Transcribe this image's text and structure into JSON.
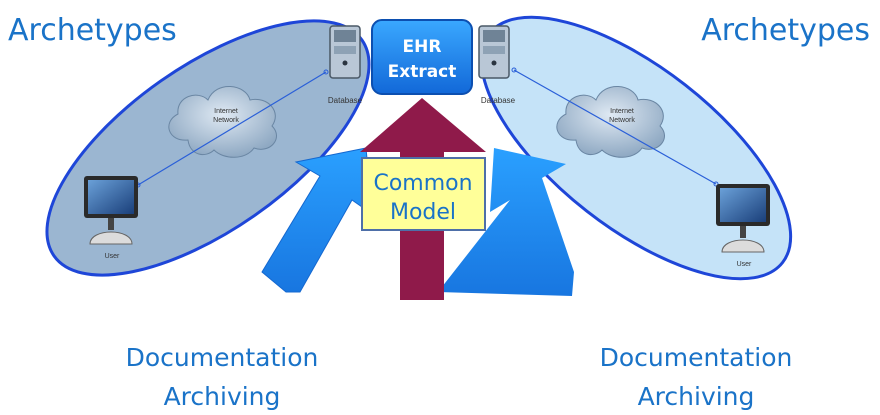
{
  "diagram": {
    "left_title": "Archetypes",
    "right_title": "Archetypes",
    "center_box": {
      "line1": "EHR",
      "line2": "Extract"
    },
    "common_model": {
      "line1": "Common",
      "line2": "Model"
    },
    "left_bottom": {
      "line1": "Documentation",
      "line2": "Archiving"
    },
    "right_bottom": {
      "line1": "Documentation",
      "line2": "Archiving"
    },
    "left_group": {
      "database": "Database",
      "network_line1": "Internet",
      "network_line2": "Network",
      "user": "User"
    },
    "right_group": {
      "database": "Database",
      "network_line1": "Internet",
      "network_line2": "Network",
      "user": "User"
    }
  },
  "colors": {
    "accent_text": "#1a73c8",
    "left_ellipse_fill": "#8aa9c9",
    "right_ellipse_fill": "#bfe0f7",
    "ellipse_stroke": "#1e46d8",
    "ehr_box": "#1e8ff0",
    "maroon_arrow": "#8f1a4a",
    "blue_arrow": "#1e90f5",
    "common_model_box": "#ffff99"
  }
}
